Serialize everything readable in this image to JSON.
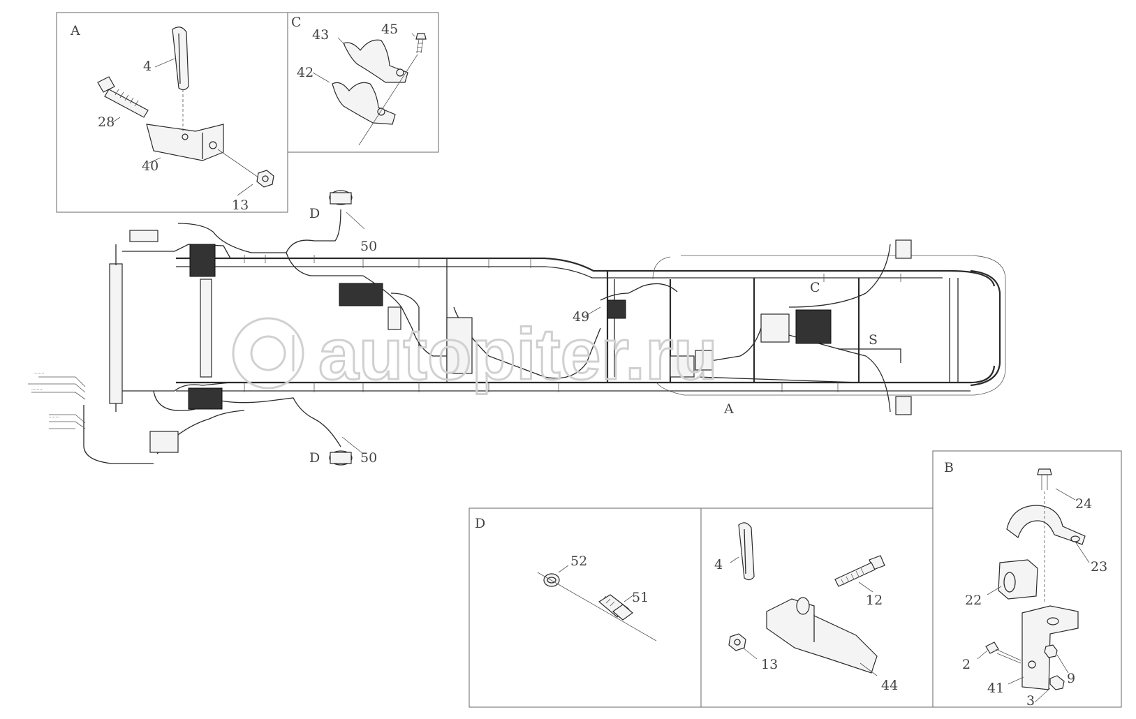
{
  "detail_views": {
    "A": {
      "letter": "A",
      "callouts": [
        "4",
        "28",
        "40",
        "13"
      ]
    },
    "C": {
      "letter": "C",
      "callouts": [
        "43",
        "45",
        "42"
      ]
    },
    "B": {
      "letter": "B",
      "callouts": [
        "24",
        "23",
        "22",
        "2",
        "9",
        "41",
        "3"
      ]
    },
    "D": {
      "letter": "D",
      "callouts": [
        "52",
        "51"
      ]
    },
    "E": {
      "callouts": [
        "4",
        "12",
        "13",
        "44"
      ]
    }
  },
  "main_view": {
    "callouts": [
      "50",
      "49",
      "50"
    ],
    "view_markers": [
      "D",
      "D",
      "A",
      "C",
      "S"
    ]
  },
  "watermark": {
    "text": "autopiter.ru"
  }
}
